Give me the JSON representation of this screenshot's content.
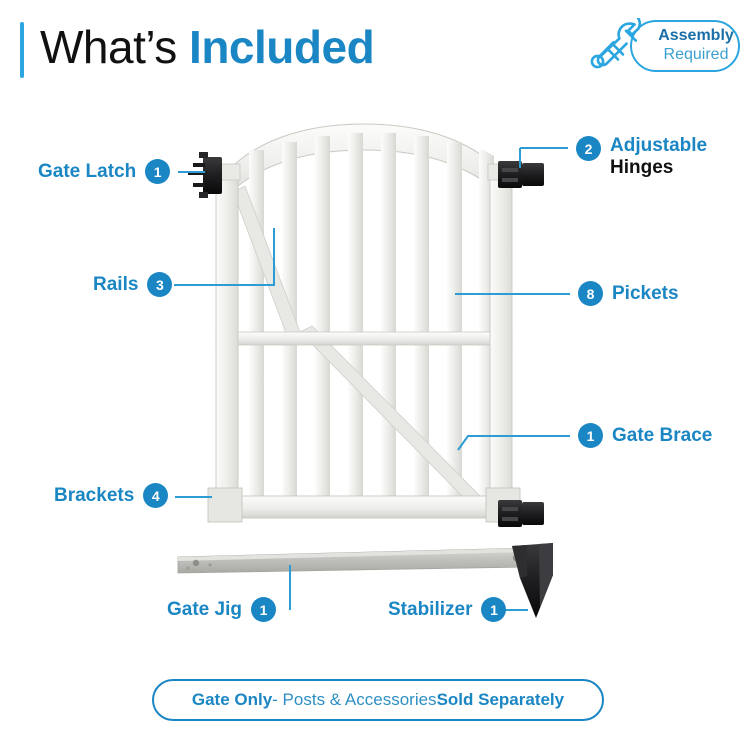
{
  "header": {
    "title_light": "What’s ",
    "title_bold": "Included",
    "accent_color": "#2BA6E0"
  },
  "assembly_badge": {
    "line1": "Assembly",
    "line2": "Required",
    "wrench_icon": "wrench-icon",
    "screwdriver_icon": "screwdriver-icon",
    "border_color": "#2BA6E0"
  },
  "callouts": [
    {
      "id": "gate-latch",
      "label": "Gate Latch",
      "count": "1",
      "side": "left"
    },
    {
      "id": "hinges",
      "label_line1": "Adjustable",
      "label_line2": "Hinges",
      "count": "2",
      "side": "right"
    },
    {
      "id": "rails",
      "label": "Rails",
      "count": "3",
      "side": "left"
    },
    {
      "id": "pickets",
      "label": "Pickets",
      "count": "8",
      "side": "right"
    },
    {
      "id": "gate-brace",
      "label": "Gate Brace",
      "count": "1",
      "side": "right"
    },
    {
      "id": "brackets",
      "label": "Brackets",
      "count": "4",
      "side": "left"
    },
    {
      "id": "gate-jig",
      "label": "Gate Jig",
      "count": "1",
      "side": "left"
    },
    {
      "id": "stabilizer",
      "label": "Stabilizer",
      "count": "1",
      "side": "left"
    }
  ],
  "labels": {
    "gate_latch": "Gate Latch",
    "gate_latch_count": "1",
    "adjustable": "Adjustable",
    "hinges": "Hinges",
    "hinges_count": "2",
    "rails": "Rails",
    "rails_count": "3",
    "pickets": "Pickets",
    "pickets_count": "8",
    "gate_brace": "Gate Brace",
    "gate_brace_count": "1",
    "brackets": "Brackets",
    "brackets_count": "4",
    "gate_jig": "Gate Jig",
    "gate_jig_count": "1",
    "stabilizer": "Stabilizer",
    "stabilizer_count": "1"
  },
  "bottom_banner": {
    "strong1": "Gate Only",
    "regular": " - Posts & Accessories ",
    "strong2": "Sold Separately",
    "border_color": "#1B86C4"
  },
  "colors": {
    "brand_blue": "#1B86C4",
    "light_blue": "#2BA6E0",
    "dark_text": "#111111",
    "vinyl_white": "#EDEDEA",
    "vinyl_shadow": "#D6D6D1",
    "hardware_black": "#1E1E20",
    "metal_gray": "#BFBFBB"
  },
  "illustration": {
    "product": "white vinyl arched gate",
    "picket_count": 8,
    "rail_count": 3,
    "accessories": [
      "gate jig bar",
      "stabilizer wedge"
    ]
  }
}
